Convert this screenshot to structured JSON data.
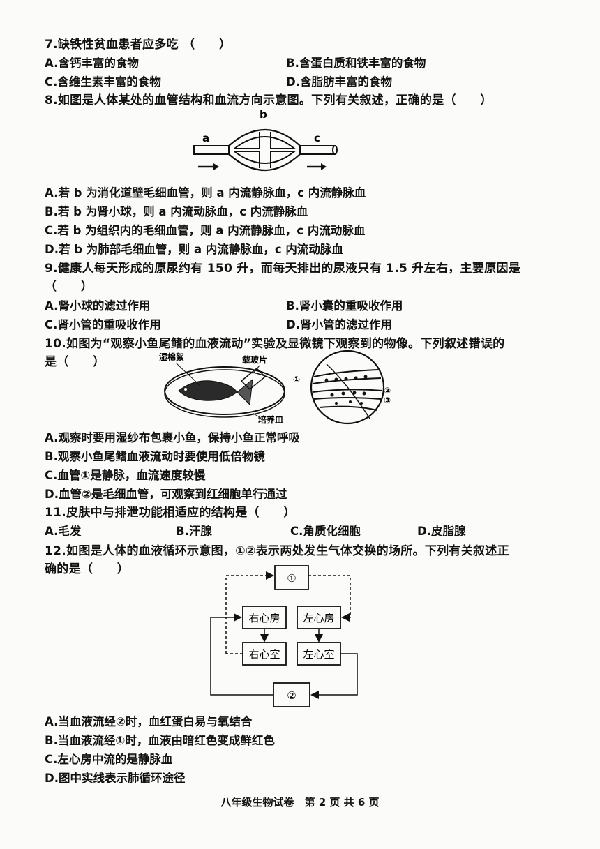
{
  "q7": {
    "stem": "7.缺铁性贫血患者应多吃 （　　）",
    "options": [
      "A.含钙丰富的食物",
      "B.含蛋白质和铁丰富的食物",
      "C.含维生素丰富的食物",
      "D.含脂肪丰富的食物"
    ]
  },
  "q8": {
    "stem": "8.如图是人体某处的血管结构和血流方向示意图。下列有关叙述，正确的是（　　）",
    "labels": {
      "a": "a",
      "b": "b",
      "c": "c"
    },
    "options": [
      "A.若 b 为消化道壁毛细血管，则 a 内流静脉血，c 内流静脉血",
      "B.若 b 为肾小球，则 a 内流动脉血，c 内流静脉血",
      "C.若 b 为组织内的毛细血管，则 a 内流静脉血，c 内流动脉血",
      "D.若 b 为肺部毛细血管，则 a 内流静脉血，c 内流动脉血"
    ]
  },
  "q9": {
    "stem_line1": "9.健康人每天形成的原尿约有 150 升，而每天排出的尿液只有 1.5 升左右，主要原因是",
    "stem_line2": "（　　）",
    "options": [
      "A.肾小球的滤过作用",
      "B.肾小囊的重吸收作用",
      "C.肾小管的重吸收作用",
      "D.肾小管的滤过作用"
    ]
  },
  "q10": {
    "stem_line1": "10.如图为“观察小鱼尾鳍的血液流动”实验及显微镜下观察到的物像。下列叙述错误的",
    "stem_line2": "是（　　）",
    "labels": {
      "cotton": "湿棉絮",
      "slide": "载玻片",
      "dish": "培养皿",
      "v1": "①",
      "v2": "②",
      "v3": "③"
    },
    "options": [
      "A.观察时要用湿纱布包裹小鱼，保持小鱼正常呼吸",
      "B.观察小鱼尾鳍血液流动时要使用低倍物镜",
      "C.血管①是静脉，血流速度较慢",
      "D.血管②是毛细血管，可观察到红细胞单行通过"
    ]
  },
  "q11": {
    "stem": "11.皮肤中与排泄功能相适应的结构是（　　）",
    "options": [
      "A.毛发",
      "B.汗腺",
      "C.角质化细胞",
      "D.皮脂腺"
    ]
  },
  "q12": {
    "stem_line1": "12.如图是人体的血液循环示意图，①②表示两处发生气体交换的场所。下列有关叙述正",
    "stem_line2": "确的是（　　）",
    "labels": {
      "site1": "①",
      "site2": "②",
      "ra": "右心房",
      "la": "左心房",
      "rv": "右心室",
      "lv": "左心室"
    },
    "options": [
      "A.当血液流经②时，血红蛋白易与氧结合",
      "B.当血液流经①时，血液由暗红色变成鲜红色",
      "C.左心房中流的是静脉血",
      "D.图中实线表示肺循环途径"
    ]
  },
  "footer": "八年级生物试卷　第 2 页 共 6 页"
}
